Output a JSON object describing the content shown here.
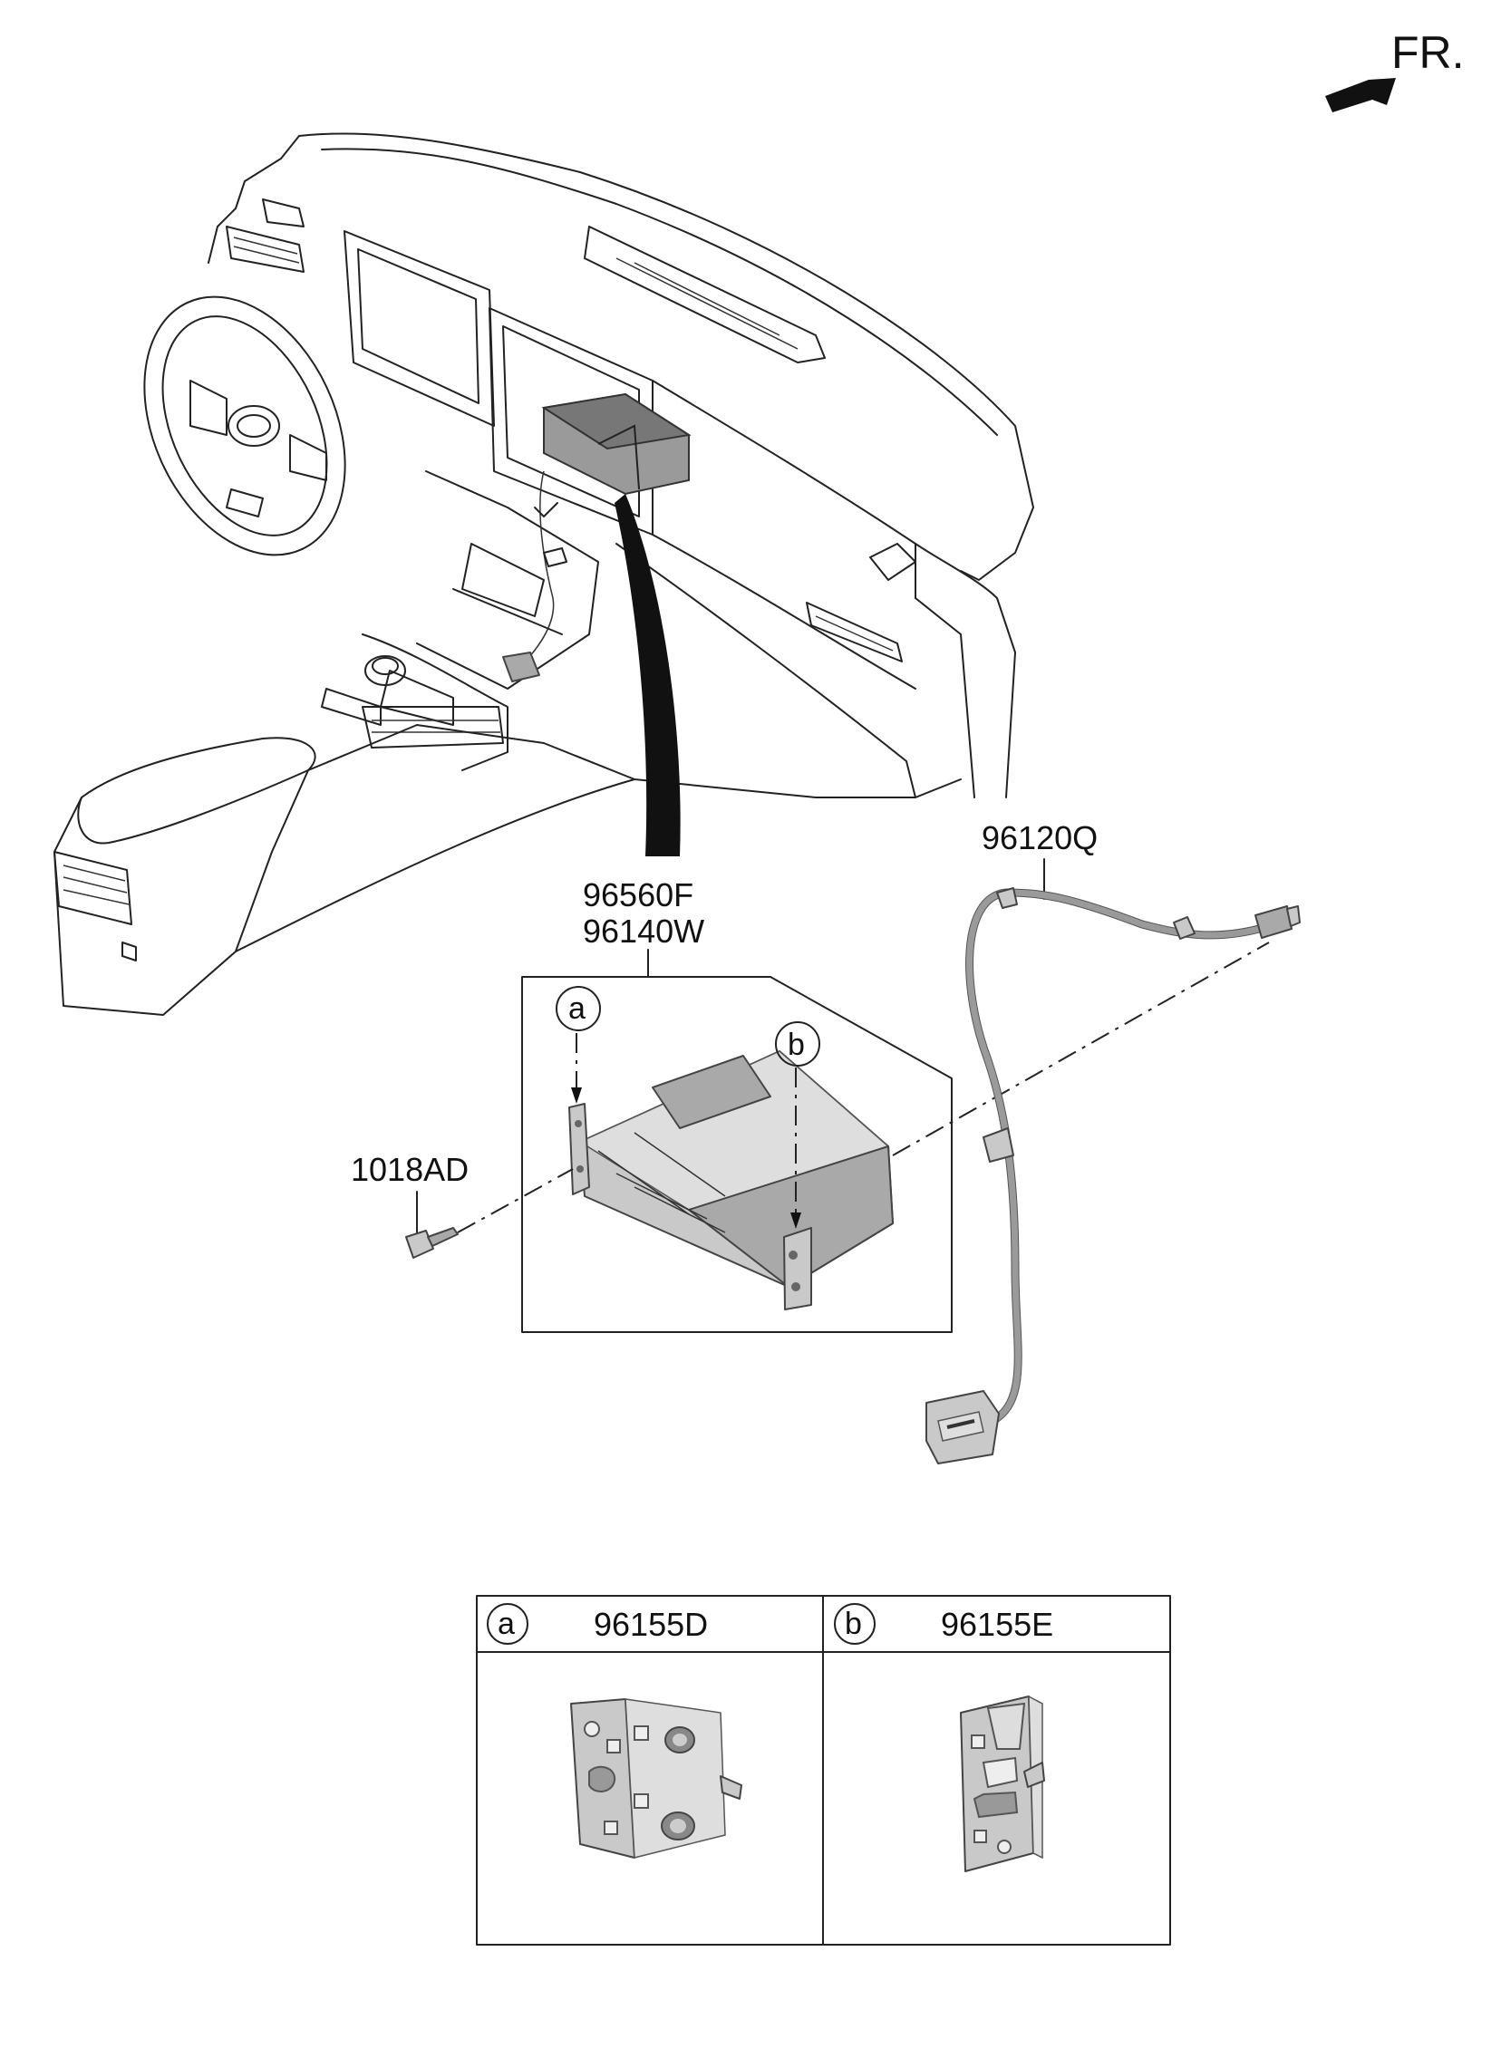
{
  "orientation": {
    "text": "FR."
  },
  "parts": {
    "head_unit_line1": "96560F",
    "head_unit_line2": "96140W",
    "cable": "96120Q",
    "screw": "1018AD"
  },
  "callouts": {
    "a": "a",
    "b": "b"
  },
  "legend": [
    {
      "key": "a",
      "part": "96155D"
    },
    {
      "key": "b",
      "part": "96155E"
    }
  ]
}
